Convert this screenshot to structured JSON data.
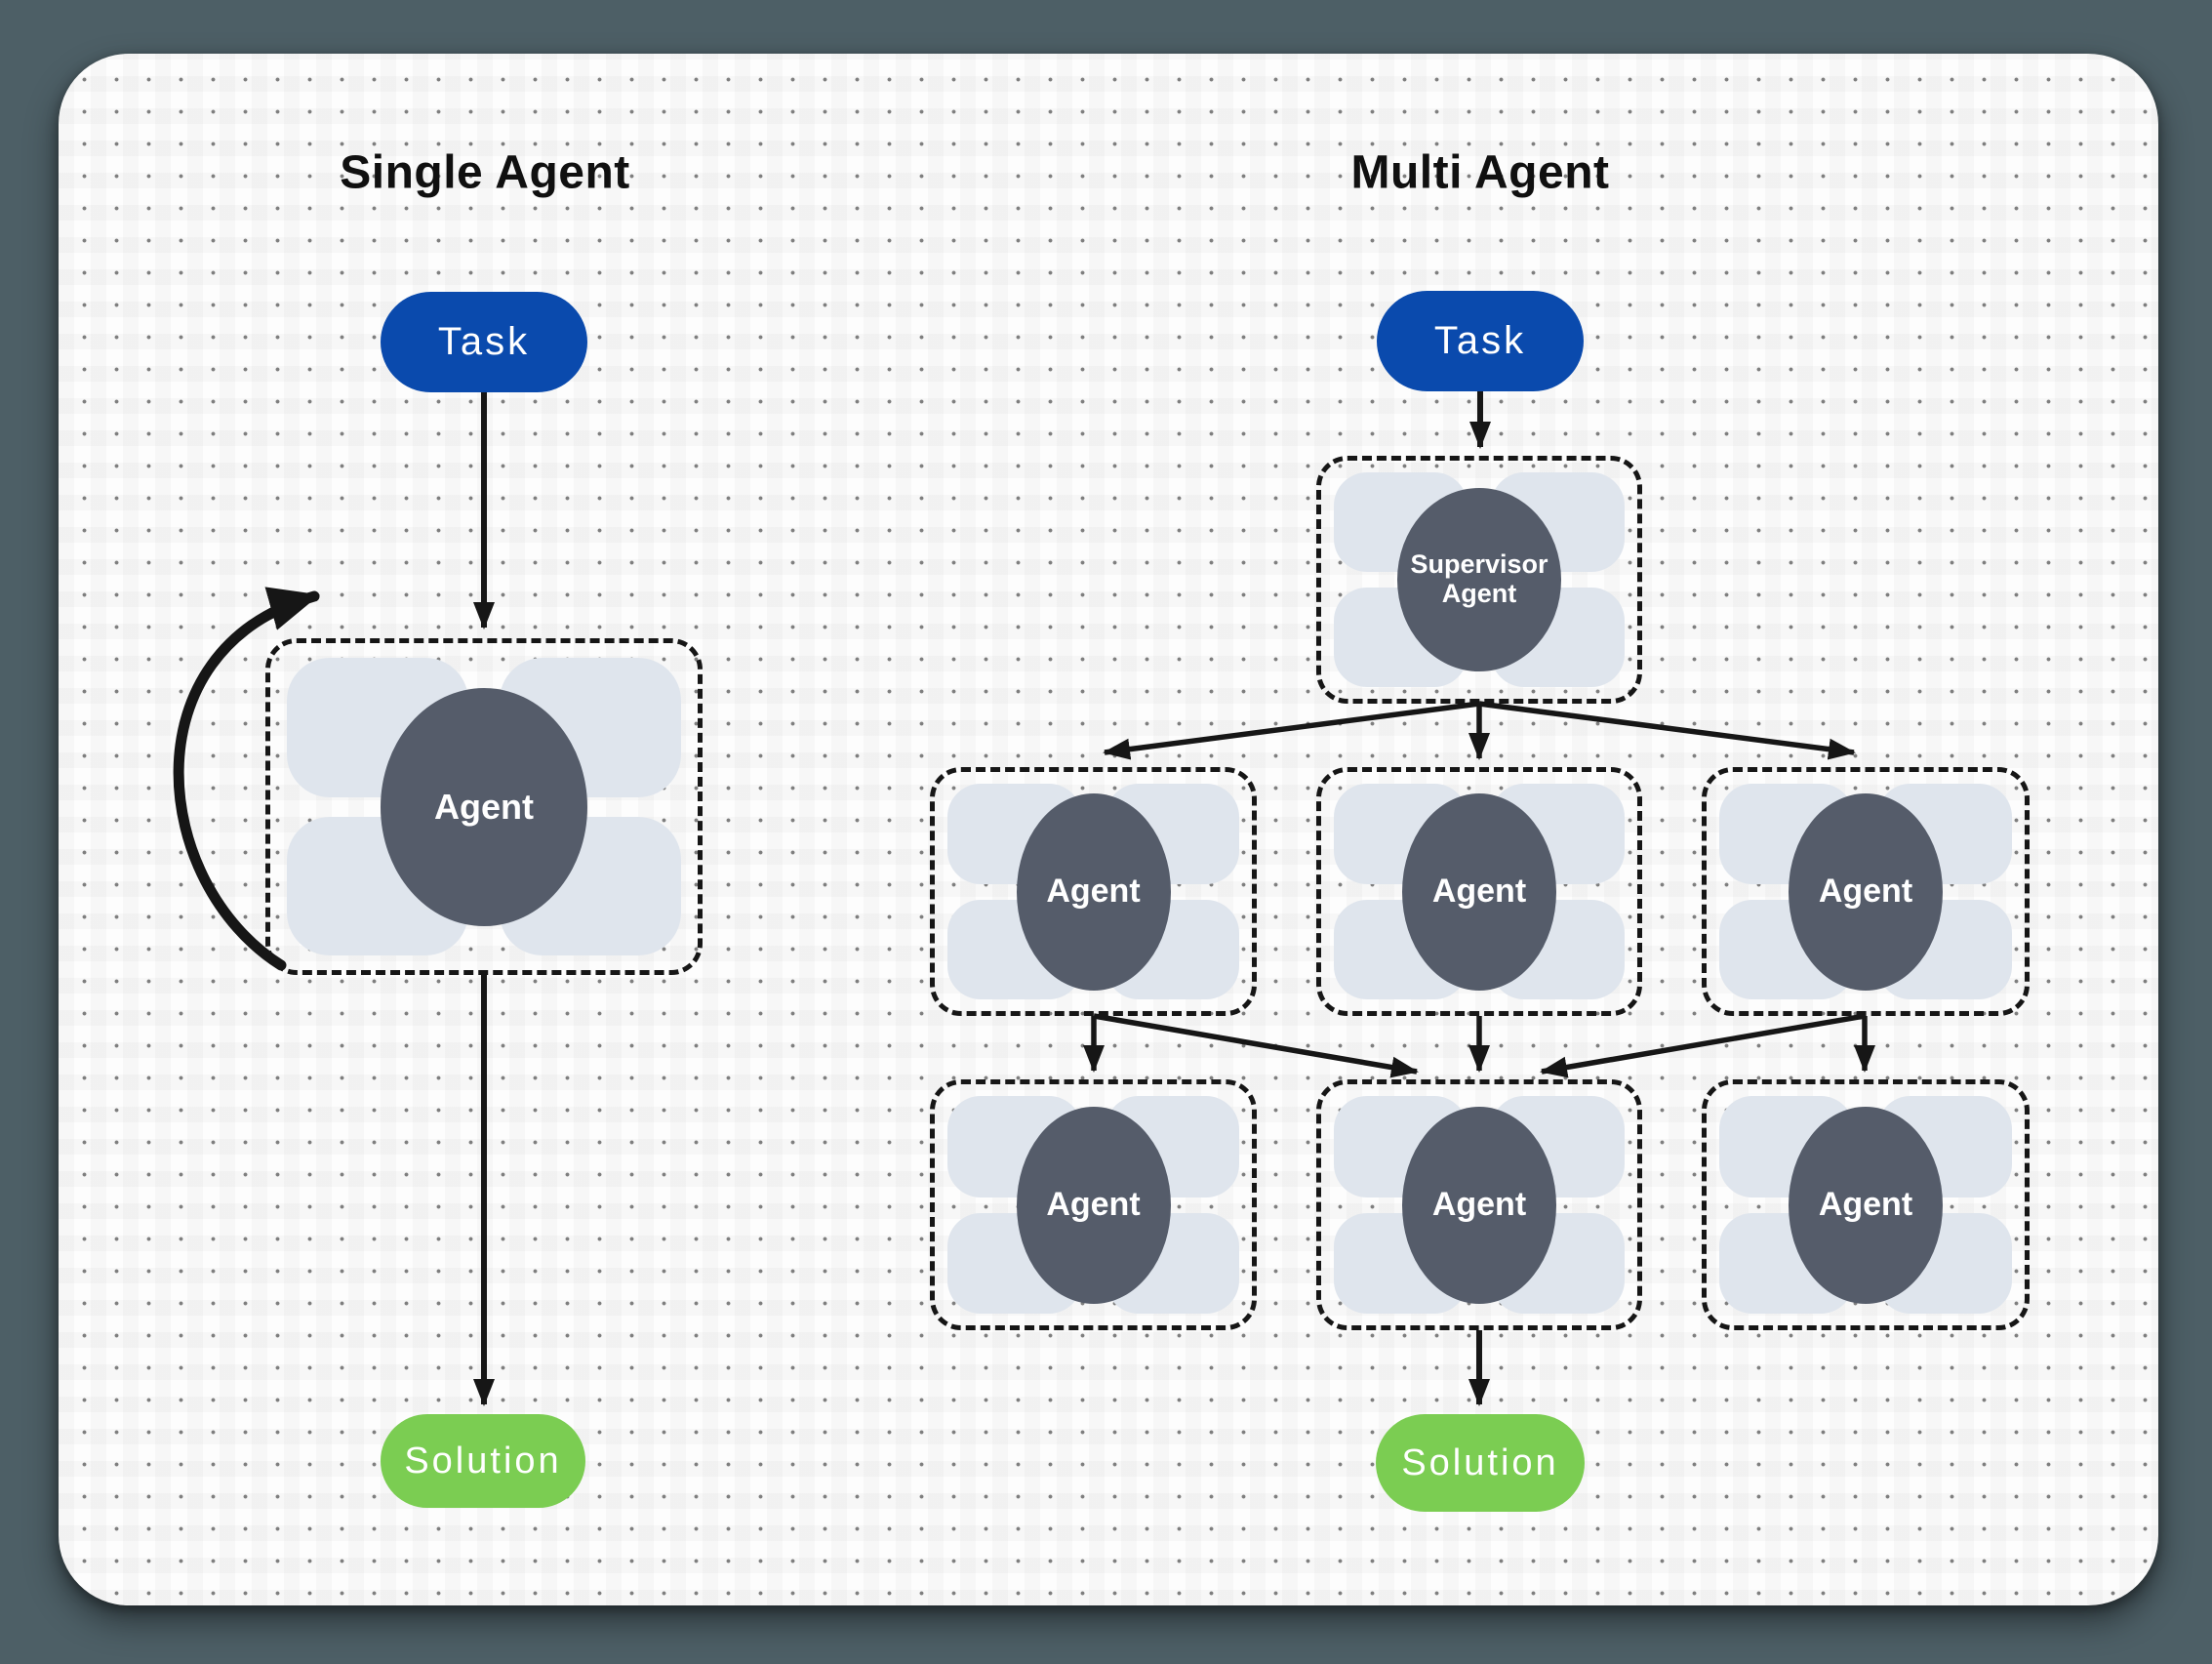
{
  "page": {
    "background_color": "#4d5f66",
    "canvas_background_color": "#fdfdfd"
  },
  "colors": {
    "task_blue": "#0a4aad",
    "solution_green": "#7bcd52",
    "agent_dark": "#555c6a",
    "slot_light": "#dfe5ed",
    "line_black": "#161616"
  },
  "single_agent": {
    "title": "Single Agent",
    "task_label": "Task",
    "agent_label": "Agent",
    "solution_label": "Solution"
  },
  "multi_agent": {
    "title": "Multi Agent",
    "task_label": "Task",
    "supervisor_label": "Supervisor Agent",
    "agents": [
      "Agent",
      "Agent",
      "Agent",
      "Agent",
      "Agent",
      "Agent"
    ],
    "solution_label": "Solution"
  }
}
